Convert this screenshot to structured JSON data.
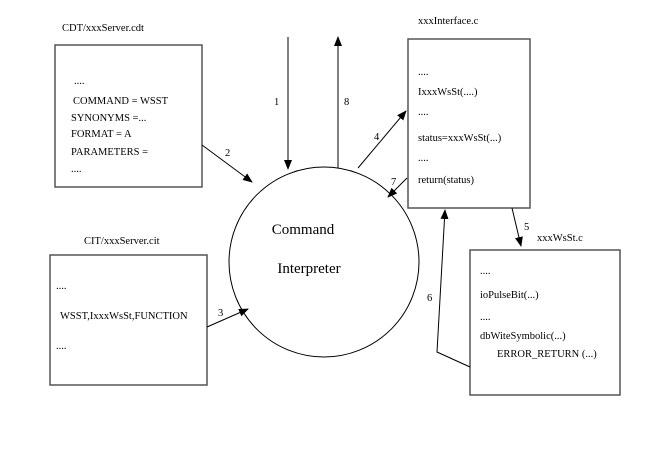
{
  "cdt": {
    "title": "CDT/xxxServer.cdt",
    "lines": [
      "....",
      "COMMAND = WSST",
      "SYNONYMS =...",
      "FORMAT = A",
      "PARAMETERS =",
      "...."
    ]
  },
  "cit": {
    "title": "CIT/xxxServer.cit",
    "lines": [
      "....",
      "WSST,IxxxWsSt,FUNCTION",
      "...."
    ]
  },
  "interface": {
    "title": "xxxInterface.c",
    "lines": [
      "....",
      "IxxxWsSt(....)",
      "....",
      "status=xxxWsSt(...)",
      "....",
      "return(status)"
    ]
  },
  "wsst": {
    "title": "xxxWsSt.c",
    "lines": [
      "....",
      "ioPulseBit(...)",
      "....",
      "dbWiteSymbolic(...)",
      "ERROR_RETURN (...)"
    ]
  },
  "interpreter": {
    "line1": "Command",
    "line2": "Interpreter"
  },
  "arrows": {
    "a1": "1",
    "a2": "2",
    "a3": "3",
    "a4": "4",
    "a5": "5",
    "a6": "6",
    "a7": "7",
    "a8": "8"
  }
}
